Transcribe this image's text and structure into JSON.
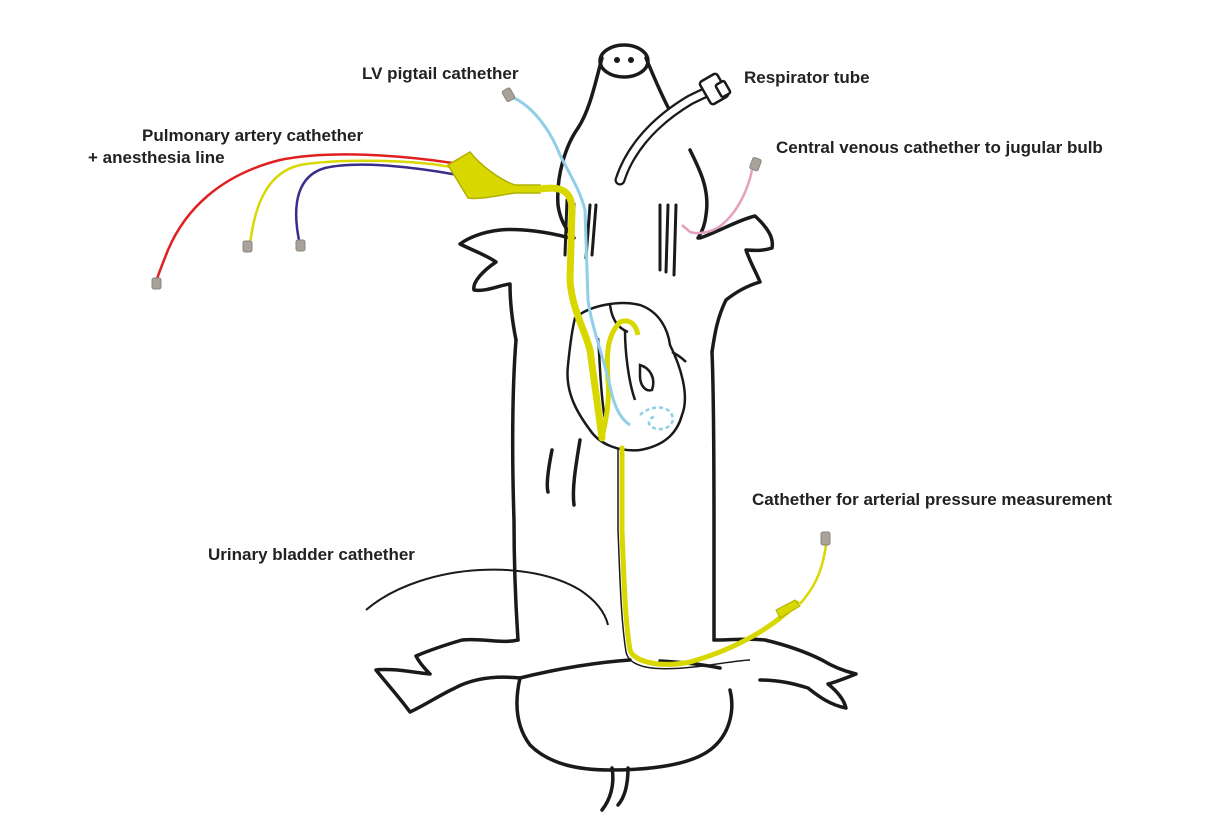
{
  "labels": {
    "lv_pigtail": "LV pigtail cathether",
    "respirator": "Respirator tube",
    "pa_line1": "Pulmonary artery cathether",
    "pa_line2": "+ anesthesia line",
    "central_venous": "Central venous cathether to jugular bulb",
    "arterial": "Cathether for arterial pressure measurement",
    "urinary": "Urinary bladder cathether"
  },
  "colors": {
    "outline": "#1a1a1a",
    "pa_yellow": "#d8d800",
    "lv_blue": "#8fcfe8",
    "red_line": "#e02020",
    "purple_line": "#3a2c8c",
    "pink_line": "#e5a0c0",
    "connector": "#a8a29a"
  }
}
